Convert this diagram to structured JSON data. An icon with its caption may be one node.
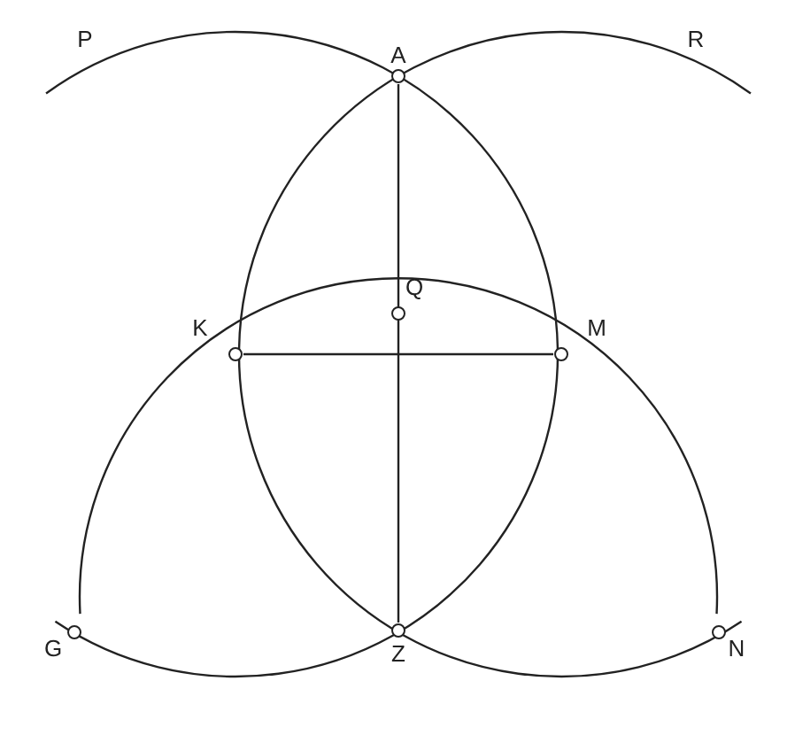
{
  "diagram": {
    "nodes": [
      {
        "text": [],
        "shape": "circle",
        "beside": [
          "A"
        ]
      },
      {
        "text": [],
        "shape": "circle",
        "beside": [
          "Q"
        ]
      },
      {
        "text": [],
        "shape": "circle",
        "beside": [
          "K"
        ]
      },
      {
        "text": [],
        "shape": "circle",
        "beside": [
          "M"
        ]
      },
      {
        "text": [],
        "shape": "circle",
        "beside": [
          "G"
        ]
      },
      {
        "text": [],
        "shape": "circle",
        "beside": [
          "Z"
        ]
      },
      {
        "text": [],
        "shape": "circle",
        "beside": [
          "N"
        ]
      }
    ],
    "edges": [
      {
        "from": 0,
        "to": 5,
        "arrow": "none"
      },
      {
        "from": 2,
        "to": 3,
        "arrow": "none"
      }
    ],
    "labels": [
      "P",
      "R"
    ]
  }
}
